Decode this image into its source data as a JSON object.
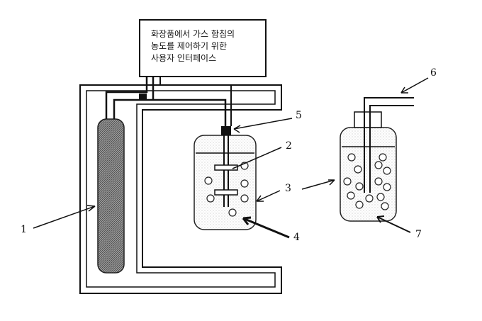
{
  "interface_box": {
    "lines": [
      "화장품에서 가스 함침의",
      "농도를 제어하기 위한",
      "사용자 인터페이스"
    ]
  },
  "callouts": {
    "n1": "1",
    "n2": "2",
    "n3a": "3",
    "n3b": "3",
    "n4": "4",
    "n5": "5",
    "n6": "6",
    "n7": "7"
  },
  "colors": {
    "line": "#111111",
    "cylinder_fill": "#8a8a8a",
    "vessel_stipple": "#d6d6d6"
  }
}
